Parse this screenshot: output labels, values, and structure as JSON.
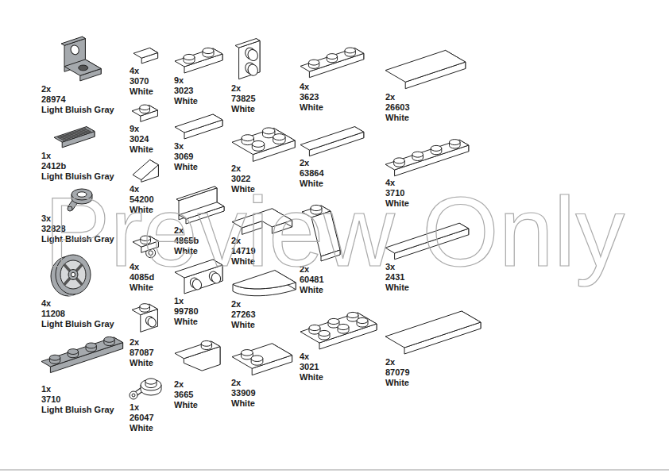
{
  "diagram": {
    "labels": [
      "2x",
      "28974",
      "Light Bluish Gray",
      "1x",
      "2412b",
      "Light Bluish Gray",
      "3x",
      "32828",
      "Light Bluish Gray",
      "4x",
      "11208",
      "Light Bluish Gray",
      "1x",
      "3710",
      "Light Bluish Gray",
      "4x",
      "3070",
      "White",
      "9x",
      "3024",
      "White",
      "4x",
      "54200",
      "White",
      "4x",
      "4085d",
      "White",
      "2x",
      "87087",
      "White",
      "1x",
      "26047",
      "White",
      "9x",
      "3023",
      "White",
      "3x",
      "3069",
      "White",
      "2x",
      "4865b",
      "White",
      "1x",
      "99780",
      "White",
      "2x",
      "3665",
      "White",
      "2x",
      "73825",
      "White",
      "2x",
      "3022",
      "White",
      "2x",
      "14719",
      "White",
      "2x",
      "27263",
      "White",
      "2x",
      "33909",
      "White",
      "4x",
      "3623",
      "White",
      "2x",
      "63864",
      "White",
      "2x",
      "60481",
      "White",
      "4x",
      "3021",
      "White",
      "2x",
      "26603",
      "White",
      "4x",
      "3710",
      "White",
      "3x",
      "2431",
      "White",
      "2x",
      "87079",
      "White",
      "Preview Only"
    ]
  }
}
